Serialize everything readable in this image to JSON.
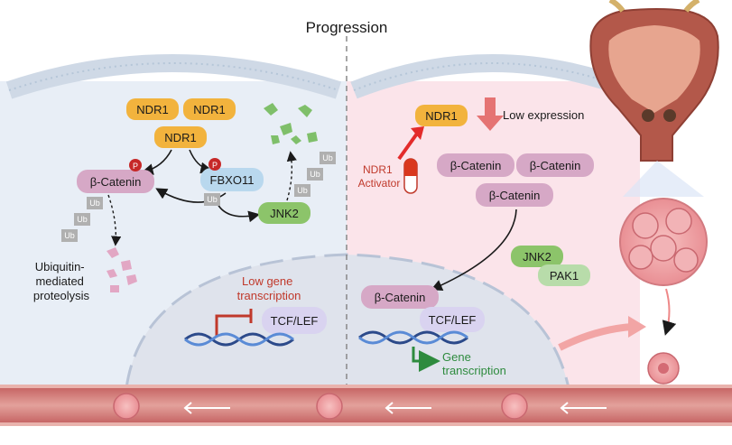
{
  "title": "Progression",
  "colors": {
    "left_bg": "#e8eef6",
    "right_bg": "#fbe4ea",
    "ndr1": "#f2b33d",
    "catenin": "#d6a8c6",
    "fbxo11": "#b9d8ee",
    "jnk2": "#8cc46a",
    "pak1": "#b8dcaa",
    "tcf": "#d9d3f0",
    "inhibit": "#c0392b",
    "activate_arrow": "#e32b2b",
    "low_expr_arrow": "#e57373",
    "gene_arrow": "#2e8b3e",
    "ub": "#b0b0b0",
    "vessel": "#c96b6b"
  },
  "left": {
    "ndr1_a": "NDR1",
    "ndr1_b": "NDR1",
    "ndr1_c": "NDR1",
    "catenin": "β-Catenin",
    "fbxo11": "FBXO11",
    "jnk2": "JNK2",
    "phospho": "P",
    "ub": "Ub",
    "proteolysis": [
      "Ubiquitin-",
      "mediated",
      "proteolysis"
    ],
    "low_transcription": [
      "Low gene",
      "transcription"
    ],
    "tcf_lef": "TCF/LEF"
  },
  "right": {
    "ndr1": "NDR1",
    "low_expression": "Low expression",
    "activator": [
      "NDR1",
      "Activator"
    ],
    "catenin_a": "β-Catenin",
    "catenin_b": "β-Catenin",
    "catenin_c": "β-Catenin",
    "jnk2": "JNK2",
    "pak1": "PAK1",
    "nuc_catenin": "β-Catenin",
    "tcf_lef": "TCF/LEF",
    "gene_transcription": [
      "Gene",
      "transcription"
    ]
  }
}
